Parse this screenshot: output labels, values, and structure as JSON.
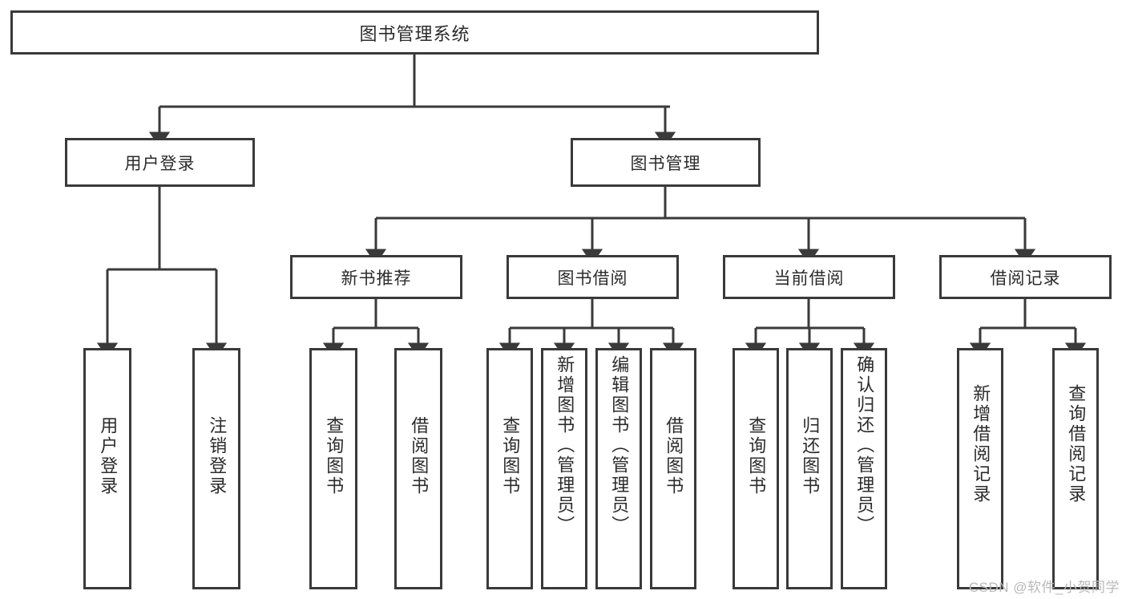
{
  "diagram": {
    "title": "图书管理系统",
    "type": "tree",
    "watermark": "CSDN @软件_小贺同学",
    "colors": {
      "border": "#3a3a3a",
      "text": "#2b2b2b",
      "background": "#ffffff",
      "watermark": "#b9b9b9"
    },
    "nodes": {
      "root": {
        "label": "图书管理系统",
        "level": 0
      },
      "user_login": {
        "label": "用户登录",
        "level": 1
      },
      "book_manage": {
        "label": "图书管理",
        "level": 1
      },
      "new_book_rec": {
        "label": "新书推荐",
        "level": 2
      },
      "book_borrow": {
        "label": "图书借阅",
        "level": 2
      },
      "current_borrow": {
        "label": "当前借阅",
        "level": 2
      },
      "borrow_record": {
        "label": "借阅记录",
        "level": 2
      },
      "leaf_user_login": {
        "label": "用户登录",
        "level": 3
      },
      "leaf_logout": {
        "label": "注销登录",
        "level": 3
      },
      "leaf_query_book_1": {
        "label": "查询图书",
        "level": 3
      },
      "leaf_borrow_book_1": {
        "label": "借阅图书",
        "level": 3
      },
      "leaf_query_book_2": {
        "label": "查询图书",
        "level": 3
      },
      "leaf_add_book": {
        "label": "新增图书（管理员）",
        "level": 3
      },
      "leaf_edit_book": {
        "label": "编辑图书（管理员）",
        "level": 3
      },
      "leaf_borrow_book_2": {
        "label": "借阅图书",
        "level": 3
      },
      "leaf_query_book_3": {
        "label": "查询图书",
        "level": 3
      },
      "leaf_return_book": {
        "label": "归还图书",
        "level": 3
      },
      "leaf_confirm_return": {
        "label": "确认归还（管理员）",
        "level": 3
      },
      "leaf_add_record": {
        "label": "新增借阅记录",
        "level": 3
      },
      "leaf_query_record": {
        "label": "查询借阅记录",
        "level": 3
      }
    },
    "edges": [
      {
        "from": "root",
        "to": "user_login"
      },
      {
        "from": "root",
        "to": "book_manage"
      },
      {
        "from": "user_login",
        "to": "leaf_user_login"
      },
      {
        "from": "user_login",
        "to": "leaf_logout"
      },
      {
        "from": "book_manage",
        "to": "new_book_rec"
      },
      {
        "from": "book_manage",
        "to": "book_borrow"
      },
      {
        "from": "book_manage",
        "to": "current_borrow"
      },
      {
        "from": "book_manage",
        "to": "borrow_record"
      },
      {
        "from": "new_book_rec",
        "to": "leaf_query_book_1"
      },
      {
        "from": "new_book_rec",
        "to": "leaf_borrow_book_1"
      },
      {
        "from": "book_borrow",
        "to": "leaf_query_book_2"
      },
      {
        "from": "book_borrow",
        "to": "leaf_add_book"
      },
      {
        "from": "book_borrow",
        "to": "leaf_edit_book"
      },
      {
        "from": "book_borrow",
        "to": "leaf_borrow_book_2"
      },
      {
        "from": "current_borrow",
        "to": "leaf_query_book_3"
      },
      {
        "from": "current_borrow",
        "to": "leaf_return_book"
      },
      {
        "from": "current_borrow",
        "to": "leaf_confirm_return"
      },
      {
        "from": "borrow_record",
        "to": "leaf_add_record"
      },
      {
        "from": "borrow_record",
        "to": "leaf_query_record"
      }
    ]
  }
}
